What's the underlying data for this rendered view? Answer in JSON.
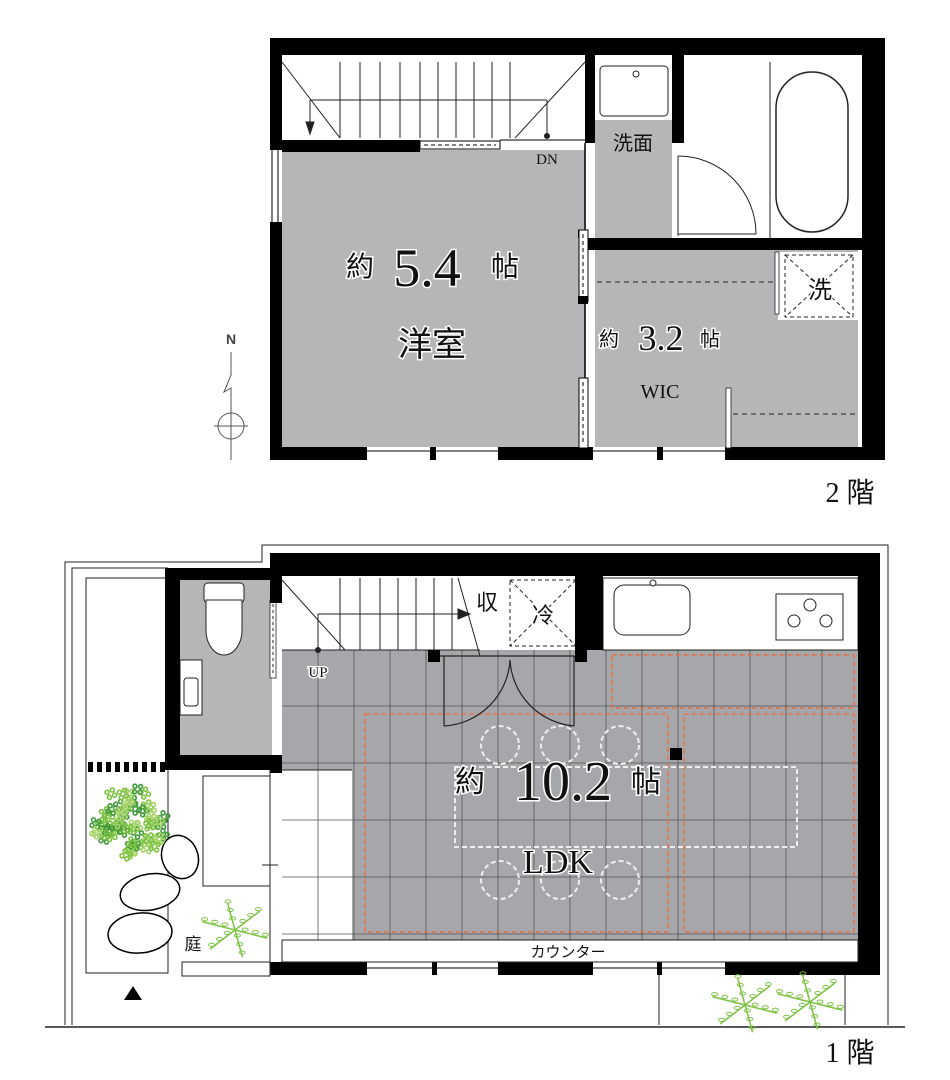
{
  "floor2": {
    "label": "2 階",
    "stairs_label": "DN",
    "washroom_label": "洗面",
    "washer_label": "洗",
    "bedroom": {
      "prefix": "約",
      "size": "5.4",
      "unit": "帖",
      "name": "洋室"
    },
    "wic": {
      "prefix": "約",
      "size": "3.2",
      "unit": "帖",
      "name": "WIC"
    }
  },
  "floor1": {
    "label": "1 階",
    "stairs_label": "UP",
    "storage_label": "収",
    "fridge_label": "冷",
    "garden_label": "庭",
    "counter_label": "カウンター",
    "ldk": {
      "prefix": "約",
      "size": "10.2",
      "unit": "帖",
      "name": "LDK"
    }
  },
  "compass": {
    "label": "N"
  },
  "colors": {
    "wall": "#000000",
    "floor_gray": "#b4b6b8",
    "ldk_gray": "#a6a7aa",
    "dash_orange": "#f26a3b",
    "plant_green": "#7dc242"
  }
}
